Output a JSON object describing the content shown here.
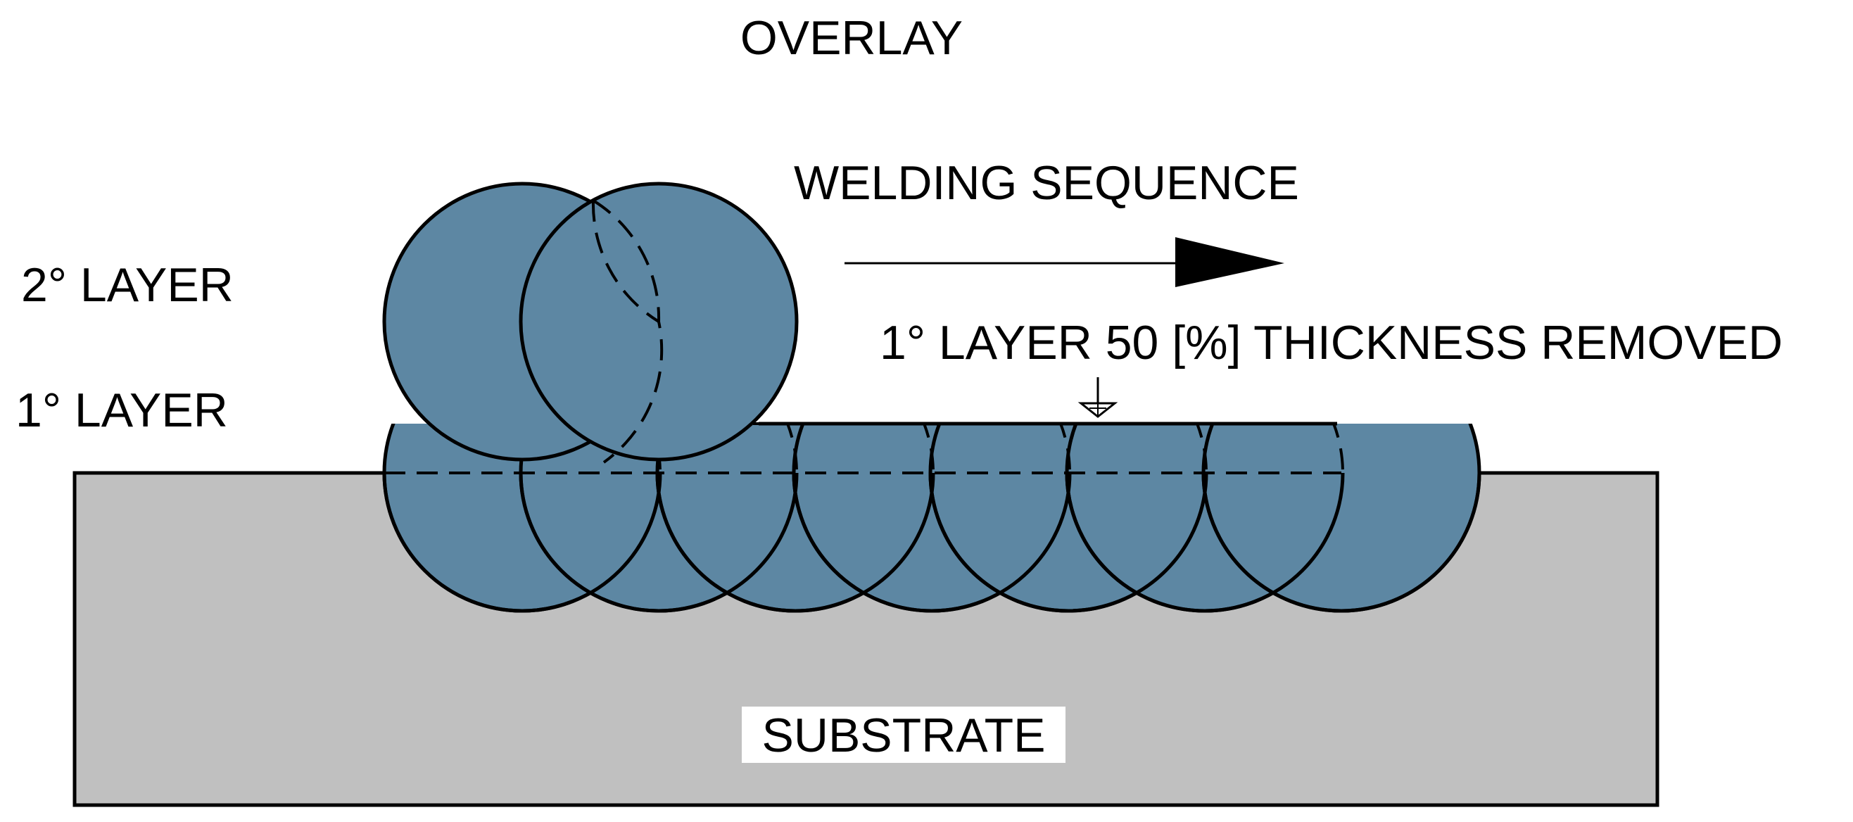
{
  "title": "OVERLAY",
  "labels": {
    "welding_sequence": "WELDING SEQUENCE",
    "layer2": "2° LAYER",
    "layer1": "1° LAYER",
    "removed_note": "1° LAYER 50 [%] THICKNESS REMOVED",
    "substrate": "SUBSTRATE"
  },
  "colors": {
    "bead": "#5d87a3",
    "substrate": "#c0c0c0",
    "outline": "#000000"
  },
  "layers": {
    "first_layer_beads": 7,
    "second_layer_beads": 2,
    "thickness_removed_percent": 50
  },
  "icons": {
    "sequence_arrow": "arrow-right-icon",
    "surface_marker": "machined-surface-icon"
  }
}
